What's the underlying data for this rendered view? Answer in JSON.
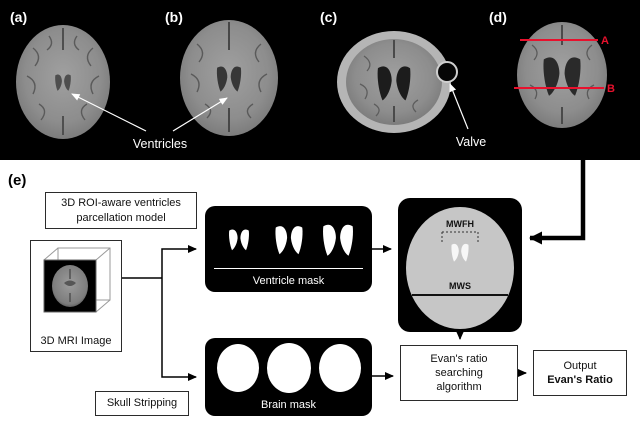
{
  "top": {
    "label_a": "(a)",
    "label_b": "(b)",
    "label_c": "(c)",
    "label_d": "(d)",
    "ventricles_label": "Ventricles",
    "valve_label": "Valve",
    "line_a_label": "A",
    "line_b_label": "B"
  },
  "flow": {
    "panel_label": "(e)",
    "roi_model_line1": "3D ROI-aware ventricles",
    "roi_model_line2": "parcellation model",
    "mri_label": "3D MRI Image",
    "skull_label": "Skull Stripping",
    "ventricle_mask_label": "Ventricle mask",
    "brain_mask_label": "Brain mask",
    "mwfh_label": "MWFH",
    "mws_label": "MWS",
    "evans_line1": "Evan's ratio",
    "evans_line2": "searching",
    "evans_line3": "algorithm",
    "output_line1": "Output",
    "output_line2": "Evan's Ratio"
  },
  "colors": {
    "top_background": "#000000",
    "measure_line_red": "#e8112d",
    "mask_background": "#000000",
    "brain_gray": "#8d8d8d"
  }
}
